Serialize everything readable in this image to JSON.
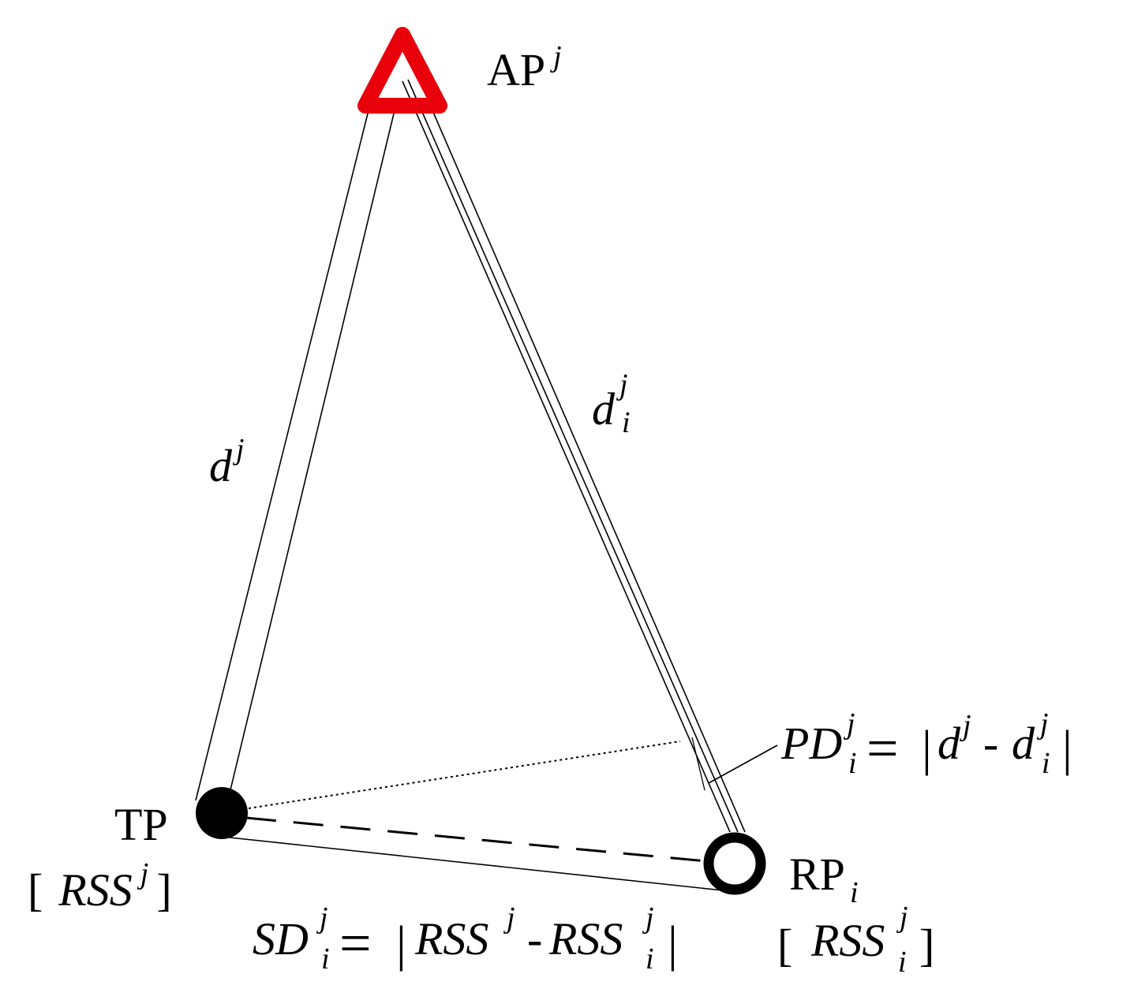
{
  "nodes": {
    "ap": {
      "name": "AP",
      "sup": "j",
      "color": "#e8000b"
    },
    "tp": {
      "name": "TP",
      "bracket_open": "[",
      "rss": "RSS",
      "sup": "j",
      "bracket_close": "]"
    },
    "rp": {
      "name": "RP",
      "sub": "i",
      "bracket_open": "[",
      "rss": "RSS",
      "sup": "j",
      "sub2": "i",
      "bracket_close": "]"
    }
  },
  "edges": {
    "tp_ap": {
      "symbol": "d",
      "sup": "j"
    },
    "rp_ap": {
      "symbol": "d",
      "sup": "j",
      "sub": "i"
    }
  },
  "formulas": {
    "pd": {
      "lhs": "PD",
      "lhs_sup": "j",
      "lhs_sub": "i",
      "eq": "=",
      "bar_open": "|",
      "t1": "d",
      "t1_sup": "j",
      "minus": "-",
      "t2": "d",
      "t2_sup": "j",
      "t2_sub": "i",
      "bar_close": "|"
    },
    "sd": {
      "lhs": "SD",
      "lhs_sup": "j",
      "lhs_sub": "i",
      "eq": "=",
      "bar_open": "|",
      "t1": "RSS",
      "t1_sup": "j",
      "minus": "-",
      "t2": "RSS",
      "t2_sup": "j",
      "t2_sub": "i",
      "bar_close": "|"
    }
  }
}
